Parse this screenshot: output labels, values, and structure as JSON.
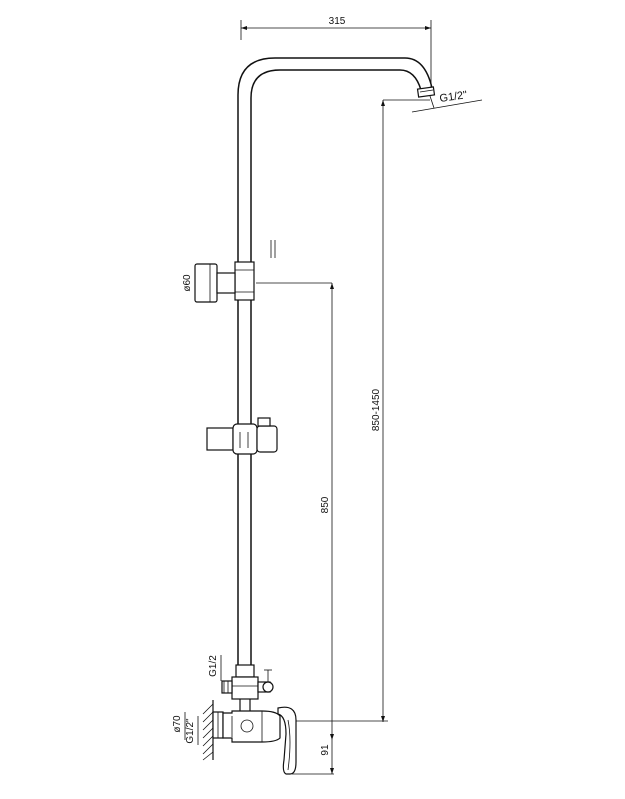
{
  "dimensions": {
    "top_width": "315",
    "top_thread": "G1/2\"",
    "slide_diameter": "ø60",
    "bar_height": "850",
    "total_height": "850-1450",
    "inlet_thread": "G1/2",
    "mixer_diameter": "ø70",
    "mixer_thread": "G1/2\"",
    "spout_height": "91"
  }
}
